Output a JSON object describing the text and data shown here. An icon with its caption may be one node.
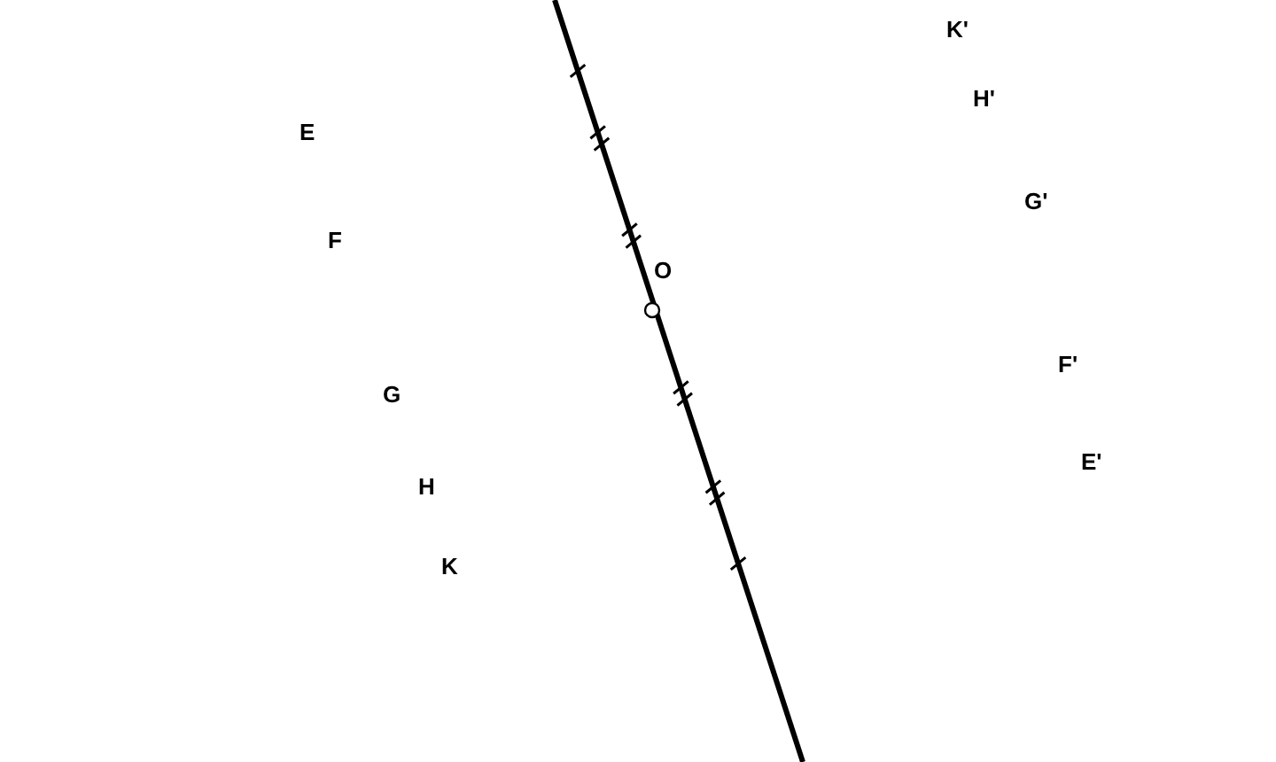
{
  "diagram": {
    "labels": [
      "K'",
      "H'",
      "E",
      "G'",
      "F",
      "O",
      "F'",
      "G",
      "E'",
      "H",
      "K"
    ]
  }
}
